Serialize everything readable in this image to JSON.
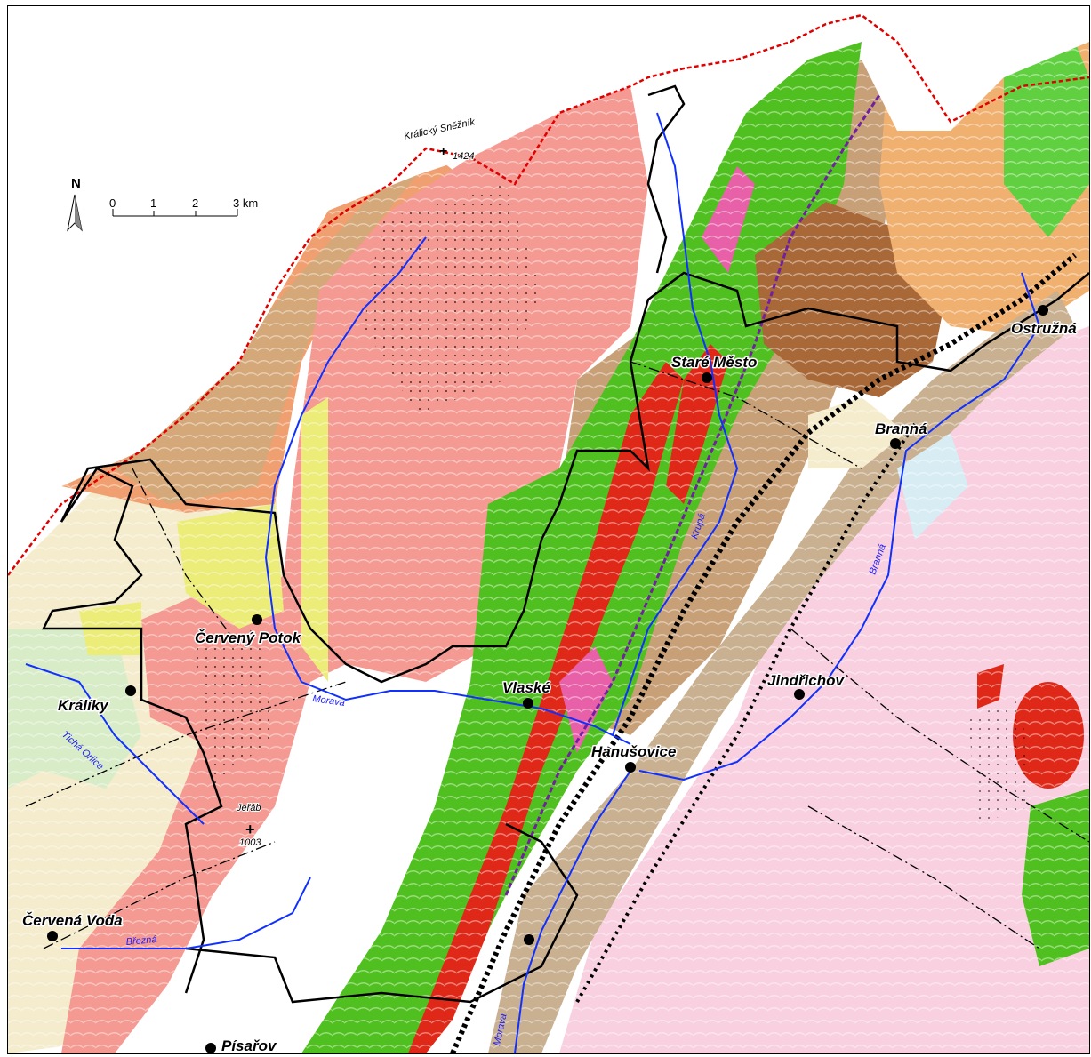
{
  "north_arrow": {
    "label": "N"
  },
  "scale_bar": {
    "ticks": [
      "0",
      "1",
      "2",
      "3 km"
    ]
  },
  "peaks": [
    {
      "id": "kralicky-sneznik",
      "name": "Králický Sněžník",
      "elevation": "1424"
    },
    {
      "id": "jerab",
      "name": "Jeřáb",
      "elevation": "1003"
    }
  ],
  "towns": [
    {
      "id": "stare-mesto",
      "name": "Staré Město"
    },
    {
      "id": "ostruzna",
      "name": "Ostružná"
    },
    {
      "id": "branna",
      "name": "Branná"
    },
    {
      "id": "cerveny-potok",
      "name": "Červený Potok"
    },
    {
      "id": "kraliky",
      "name": "Králíky"
    },
    {
      "id": "vlaske",
      "name": "Vlaské"
    },
    {
      "id": "jindrichov",
      "name": "Jindřichov"
    },
    {
      "id": "hanusovice",
      "name": "Hanušovice"
    },
    {
      "id": "cervena-voda",
      "name": "Červená Voda"
    },
    {
      "id": "pisarov",
      "name": "Písařov"
    }
  ],
  "rivers": [
    {
      "id": "morava",
      "name": "Morava"
    },
    {
      "id": "krupa",
      "name": "Krupá"
    },
    {
      "id": "branna-river",
      "name": "Branná"
    },
    {
      "id": "ticha-orlice",
      "name": "Tichá Orlice"
    },
    {
      "id": "brezna",
      "name": "Březná"
    },
    {
      "id": "morava-south",
      "name": "Morava"
    }
  ],
  "colors": {
    "granite_salmon": "#f49a92",
    "gneiss_orange": "#f0a070",
    "mica_brown": "#c8a078",
    "green_unit": "#50c020",
    "red_unit": "#e02818",
    "pink_unit": "#f8d0e0",
    "yellow_unit": "#ecec78",
    "cream_unit": "#f4eccc",
    "river_blue": "#1030ff",
    "border_red": "#e00000"
  }
}
